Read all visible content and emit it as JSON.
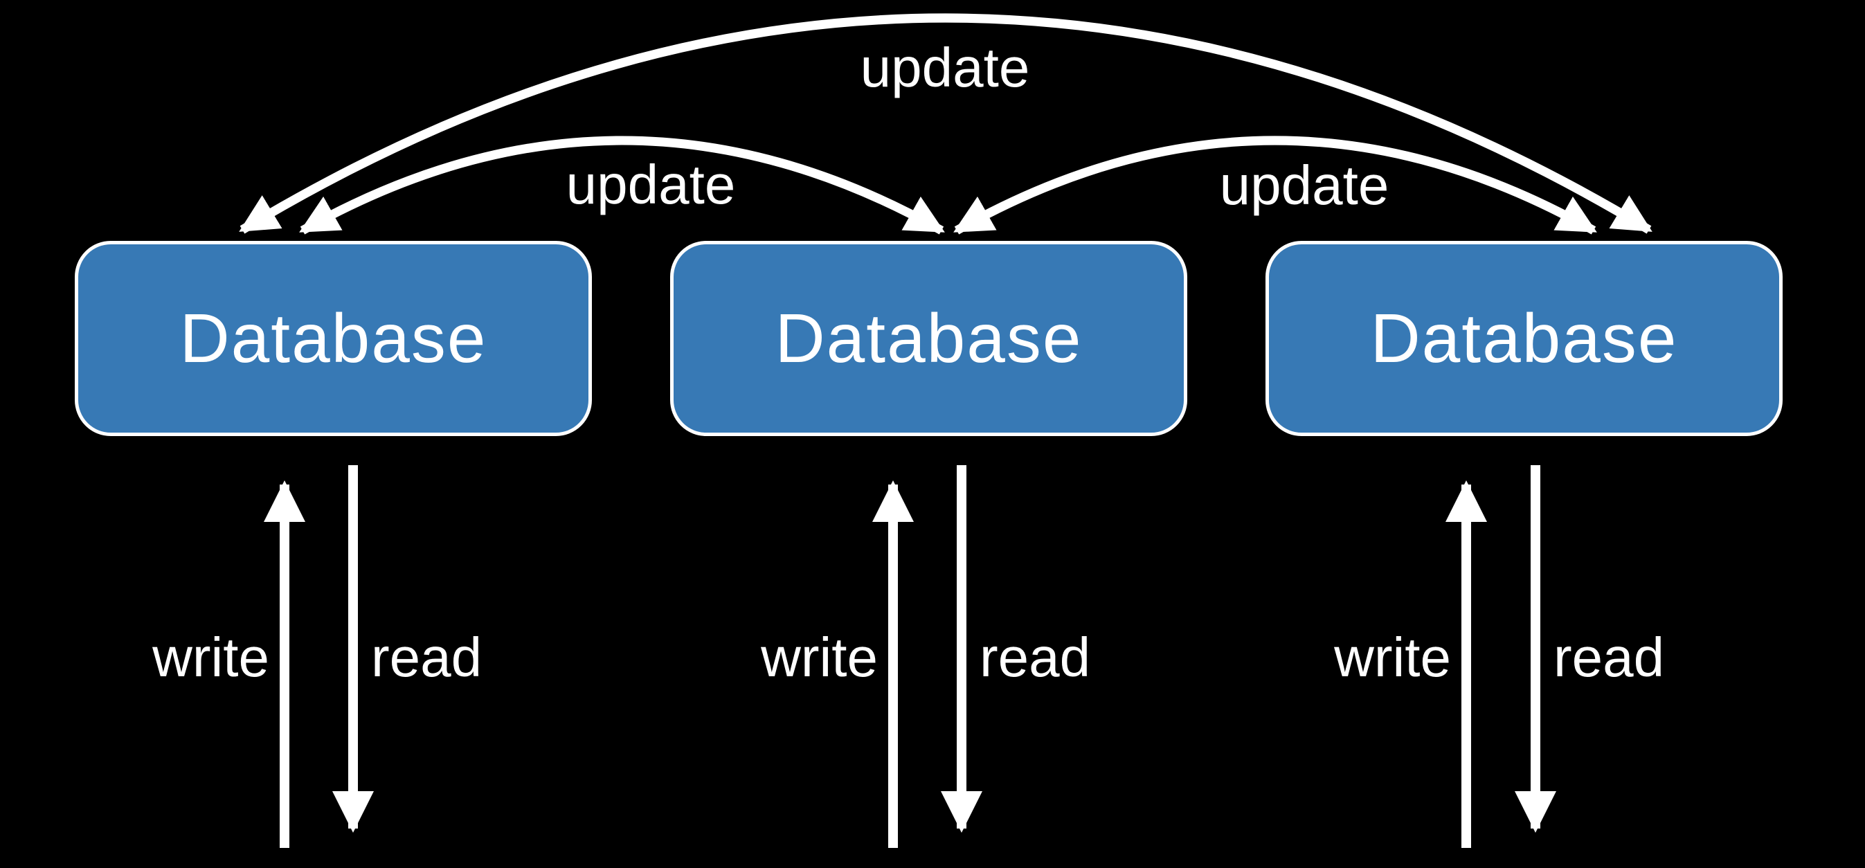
{
  "diagram": {
    "background_color": "#000000",
    "node_fill_color": "#3779b5",
    "node_border_color": "#ffffff",
    "arrow_color": "#ffffff",
    "nodes": [
      {
        "label": "Database"
      },
      {
        "label": "Database"
      },
      {
        "label": "Database"
      }
    ],
    "update_arrows": [
      {
        "label": "update",
        "between": "node-1 and node-2",
        "heads": "both ends"
      },
      {
        "label": "update",
        "between": "node-1 and node-3",
        "heads": "both ends"
      },
      {
        "label": "update",
        "between": "node-2 and node-3",
        "heads": "both ends"
      }
    ],
    "io_arrows": [
      {
        "node": 1,
        "write_label": "write",
        "read_label": "read"
      },
      {
        "node": 2,
        "write_label": "write",
        "read_label": "read"
      },
      {
        "node": 3,
        "write_label": "write",
        "read_label": "read"
      }
    ]
  }
}
